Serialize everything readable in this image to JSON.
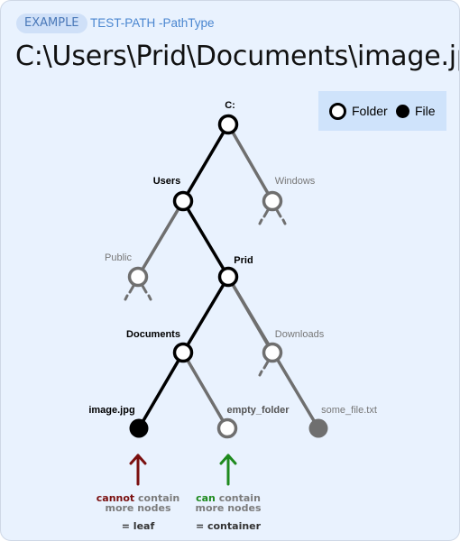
{
  "header": {
    "badge": "EXAMPLE",
    "command": "TEST-PATH -PathType",
    "title": "C:\\Users\\Prid\\Documents\\image.jpg"
  },
  "legend": {
    "folder_label": "Folder",
    "file_label": "File"
  },
  "tree": {
    "labels": {
      "c": "C:",
      "users": "Users",
      "windows": "Windows",
      "public": "Public",
      "prid": "Prid",
      "documents": "Documents",
      "downloads": "Downloads",
      "image": "image.jpg",
      "empty": "empty_folder",
      "somefile": "some_file.txt"
    }
  },
  "notes": {
    "leaf": {
      "word": "cannot",
      "rest1": "contain",
      "rest2": "more nodes",
      "eq": "= leaf"
    },
    "container": {
      "word": "can",
      "rest1": "contain",
      "rest2": "more nodes",
      "eq": "= container"
    }
  },
  "colors": {
    "path": "#000000",
    "dim": "#6f6f6f",
    "arrow_leaf": "#7a0f0f",
    "arrow_container": "#1e8a1e"
  }
}
